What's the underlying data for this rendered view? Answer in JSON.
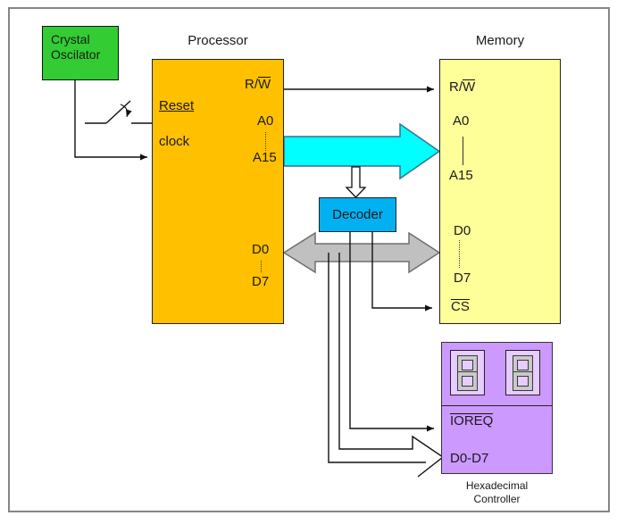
{
  "colors": {
    "canvas_border": "#858585",
    "crystal_fill": "#33cc33",
    "processor_fill": "#ffc000",
    "memory_fill": "#ffff99",
    "decoder_fill": "#00b0f0",
    "address_bus_fill": "#00ffff",
    "data_bus_fill": "#c0c0c0",
    "controller_fill": "#cc99ff",
    "display_fill": "#e6ccff",
    "wire_color": "#111111"
  },
  "crystal_oscillator": {
    "line1": "Crystal",
    "line2": "Oscilator"
  },
  "processor": {
    "title": "Processor",
    "reset": "Reset",
    "clock": "clock",
    "rw_prefix": "R/",
    "rw_bar": "W",
    "a0": "A0",
    "a15": "A15",
    "d0": "D0",
    "d7": "D7"
  },
  "memory": {
    "title": "Memory",
    "rw_prefix": "R/",
    "rw_bar": "W",
    "a0": "A0",
    "a15": "A15",
    "d0": "D0",
    "d7": "D7",
    "cs": "CS"
  },
  "decoder": {
    "label": "Decoder"
  },
  "hex_controller": {
    "ioreq": "IOREQ",
    "data_pins": "D0-D7",
    "caption_line1": "Hexadecimal",
    "caption_line2": "Controller"
  }
}
